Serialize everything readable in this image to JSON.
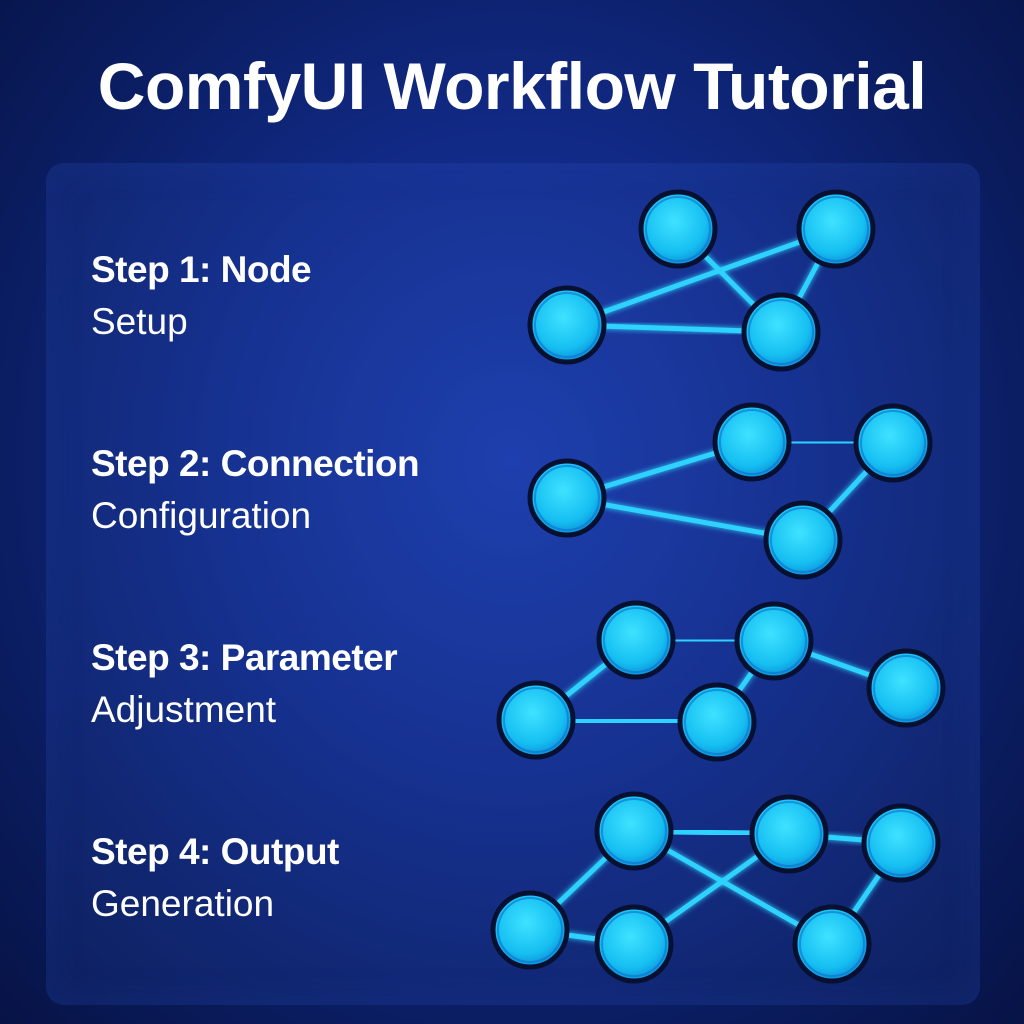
{
  "title": "ComfyUI Workflow Tutorial",
  "colors": {
    "node_fill": "#19c8f5",
    "node_stroke": "#071030",
    "edge": "#2fd2ff",
    "background": "#112a86"
  },
  "steps": [
    {
      "heading": "Step 1: Node",
      "subtitle": "Setup"
    },
    {
      "heading": "Step 2: Connection",
      "subtitle": "Configuration"
    },
    {
      "heading": "Step 3: Parameter",
      "subtitle": "Adjustment"
    },
    {
      "heading": "Step 4: Output",
      "subtitle": "Generation"
    }
  ]
}
